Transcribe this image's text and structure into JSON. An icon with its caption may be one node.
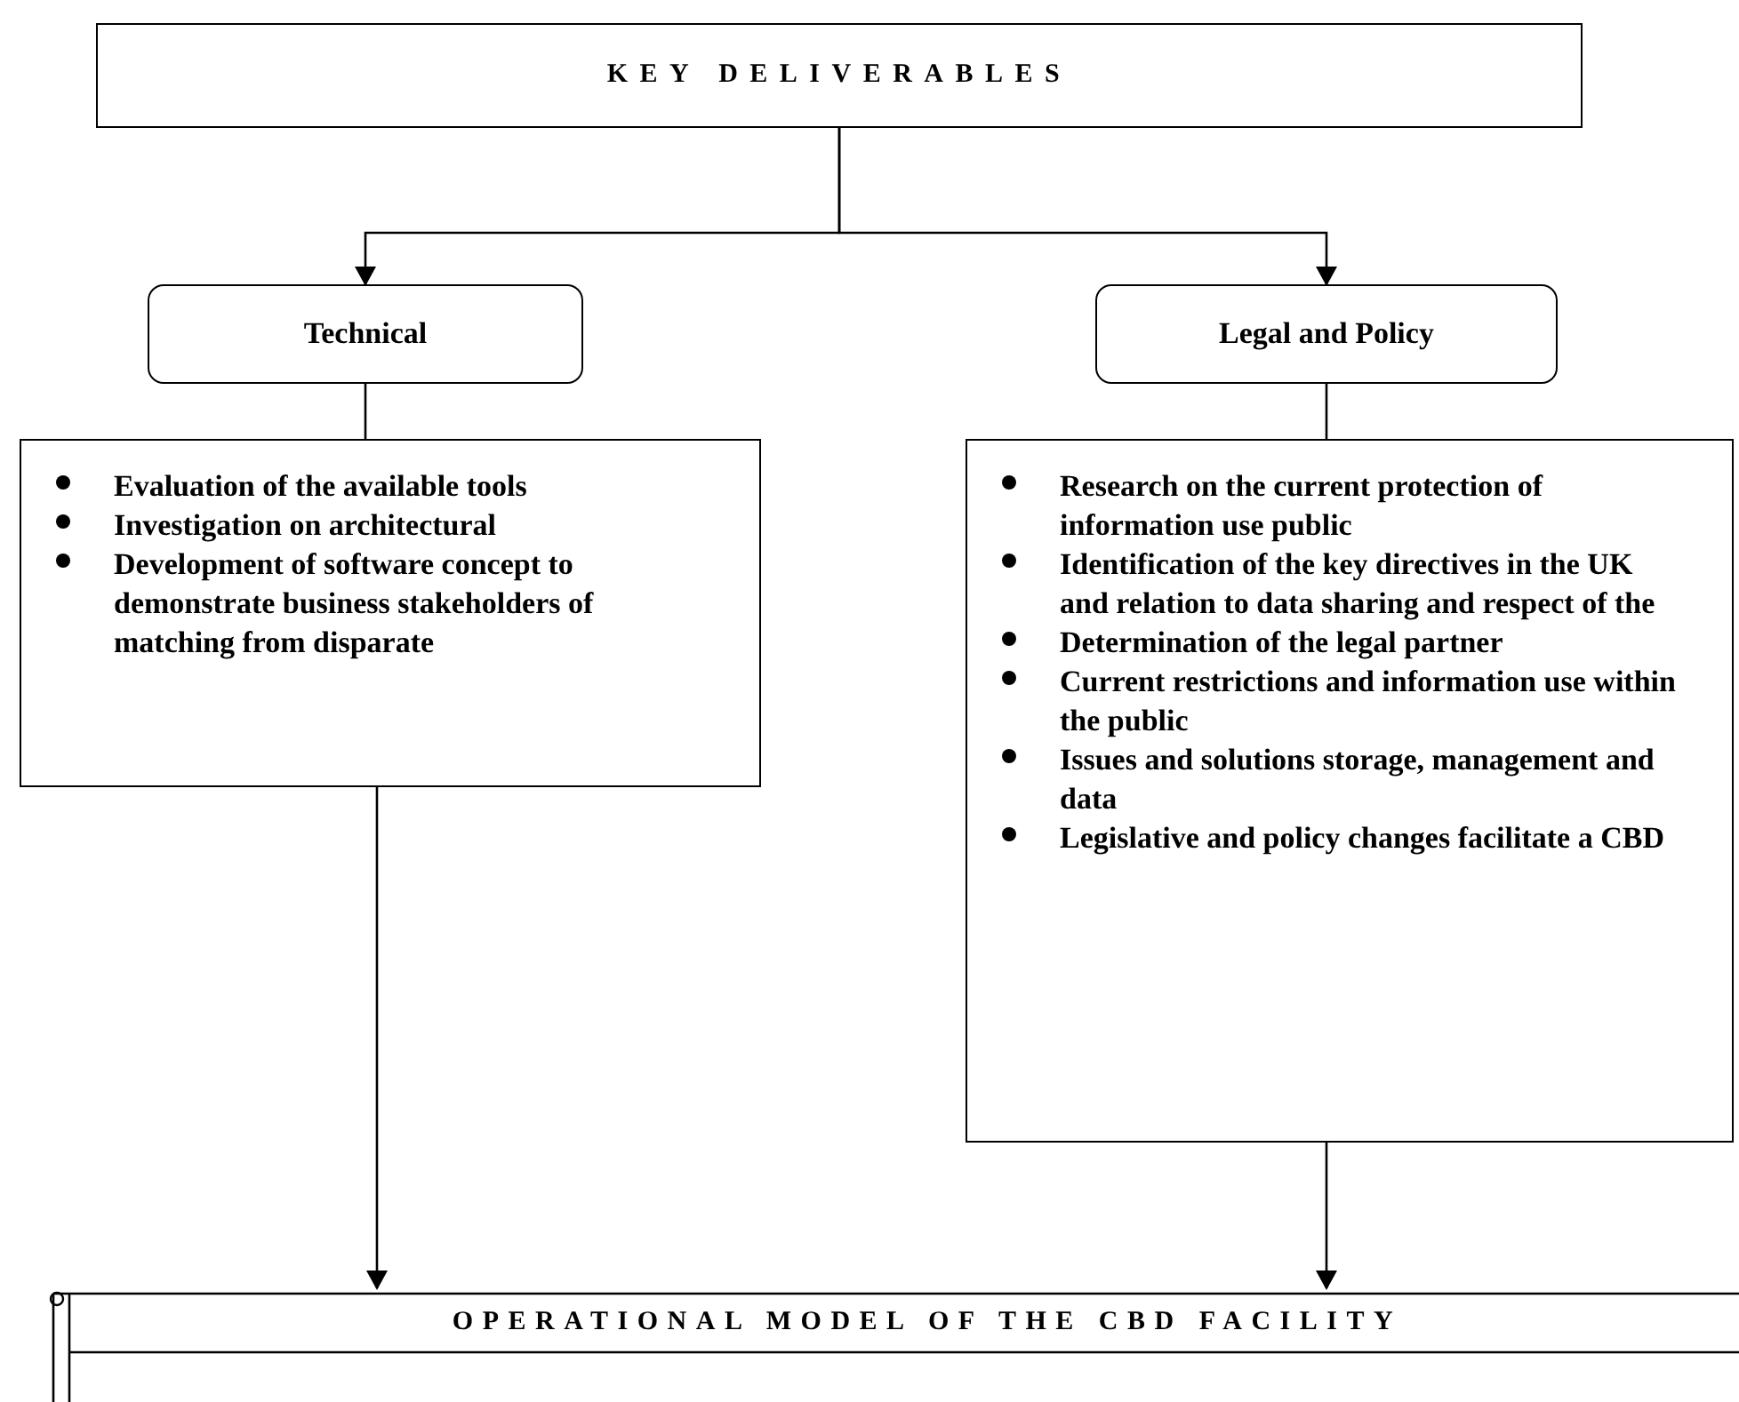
{
  "diagram": {
    "nodes": [
      {
        "text": [
          "KEY DELIVERABLES"
        ]
      },
      {
        "text": [
          "Technical"
        ]
      },
      {
        "text": [
          "Legal and Policy"
        ]
      },
      {
        "text": [
          "Evaluation of the available tools",
          "Investigation on architectural",
          "Development of software concept to demonstrate business stakeholders of matching from disparate"
        ]
      },
      {
        "text": [
          "Research on the current protection of information use public",
          "Identification of the key directives in the UK and relation to data sharing and respect of the",
          "Determination of the legal partner",
          "Current restrictions and information use within the public",
          "Issues and solutions storage, management and data",
          "Legislative and policy changes facilitate a CBD"
        ]
      },
      {
        "text": [
          "OPERATIONAL MODEL OF THE CBD FACILITY"
        ]
      }
    ],
    "edges": [
      {
        "from": 0,
        "to": 1,
        "arrow": "to"
      },
      {
        "from": 0,
        "to": 2,
        "arrow": "to"
      },
      {
        "from": 1,
        "to": 3,
        "arrow": "none"
      },
      {
        "from": 2,
        "to": 4,
        "arrow": "none"
      },
      {
        "from": 3,
        "to": 5,
        "arrow": "to"
      },
      {
        "from": 4,
        "to": 5,
        "arrow": "to"
      }
    ]
  }
}
